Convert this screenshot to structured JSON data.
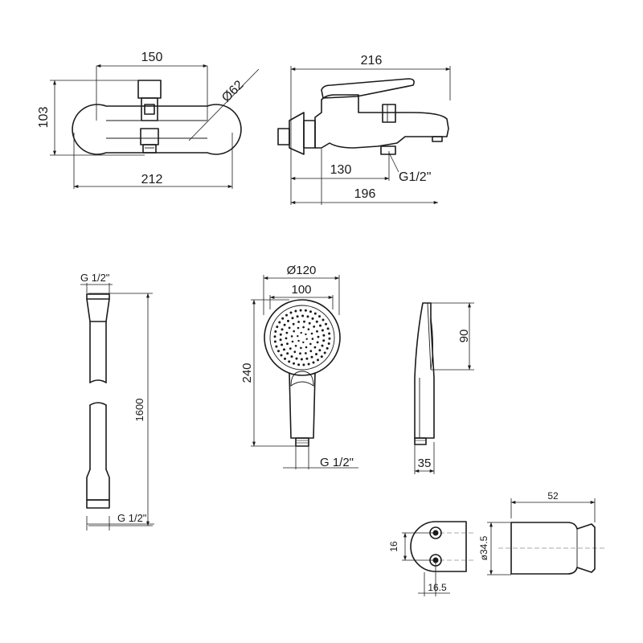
{
  "mixer_front": {
    "width_top": "150",
    "height": "103",
    "diameter": "Ø62",
    "width_bottom": "212"
  },
  "mixer_side": {
    "length_total": "216",
    "center_distance": "130",
    "thread": "G1/2\"",
    "length_bottom": "196"
  },
  "hose": {
    "thread_top": "G 1/2\"",
    "length": "1600",
    "thread_bottom": "G 1/2\""
  },
  "handshower_front": {
    "head_diameter": "Ø120",
    "face_width": "100",
    "length": "240",
    "thread": "G 1/2\""
  },
  "handshower_side": {
    "head_depth": "90",
    "handle_depth": "35"
  },
  "holder_front": {
    "hole_spacing": "16",
    "offset": "16.5"
  },
  "holder_side": {
    "length": "52",
    "diameter": "ø34.5"
  }
}
